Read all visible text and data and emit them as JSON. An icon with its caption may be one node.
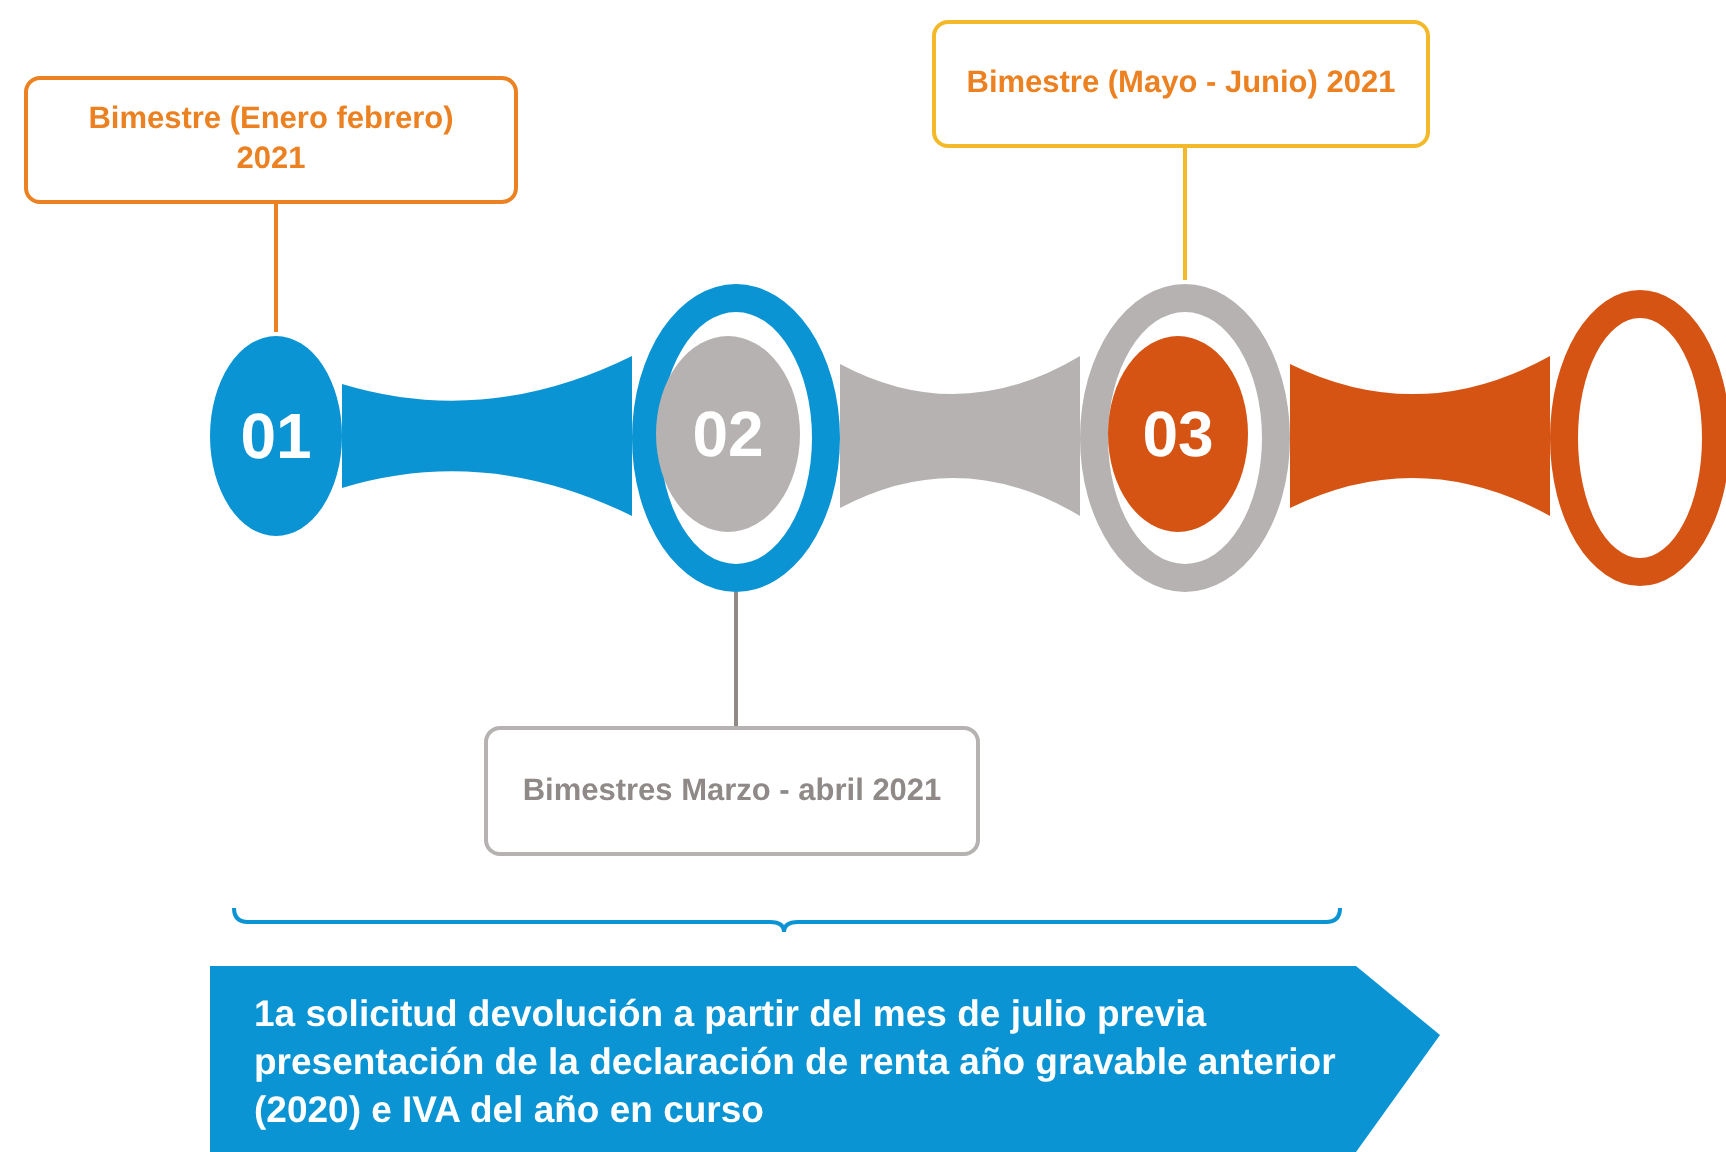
{
  "diagram": {
    "nodes": [
      {
        "text": [
          "Bimestre (Enero febrero) 2021"
        ]
      },
      {
        "text": [
          "01"
        ]
      },
      {
        "text": [
          "02"
        ]
      },
      {
        "text": [
          "03"
        ]
      },
      {
        "text": [],
        "shape": "circle"
      },
      {
        "text": [
          "Bimestre (Mayo - Junio) 2021"
        ]
      },
      {
        "text": [
          "Bimestres Marzo  - abril 2021"
        ]
      },
      {
        "text": [
          "1a solicitud devolución a partir del mes de julio previa presentación de la declaración de renta año gravable anterior (2020) e IVA del año en curso"
        ]
      }
    ],
    "edges": [
      {
        "from": 1,
        "to": 2,
        "arrow": "none",
        "color": "#0a94d3"
      },
      {
        "from": 2,
        "to": 3,
        "arrow": "none",
        "color": "#b5b2b1"
      },
      {
        "from": 3,
        "to": 4,
        "arrow": "none",
        "color": "#d55414"
      },
      {
        "from": 0,
        "to": 1,
        "arrow": "none",
        "color": "#ec8122"
      },
      {
        "from": 5,
        "to": 3,
        "arrow": "none",
        "color": "#f4b928"
      },
      {
        "from": 6,
        "to": 2,
        "arrow": "none",
        "color": "#8f8a88"
      }
    ]
  }
}
